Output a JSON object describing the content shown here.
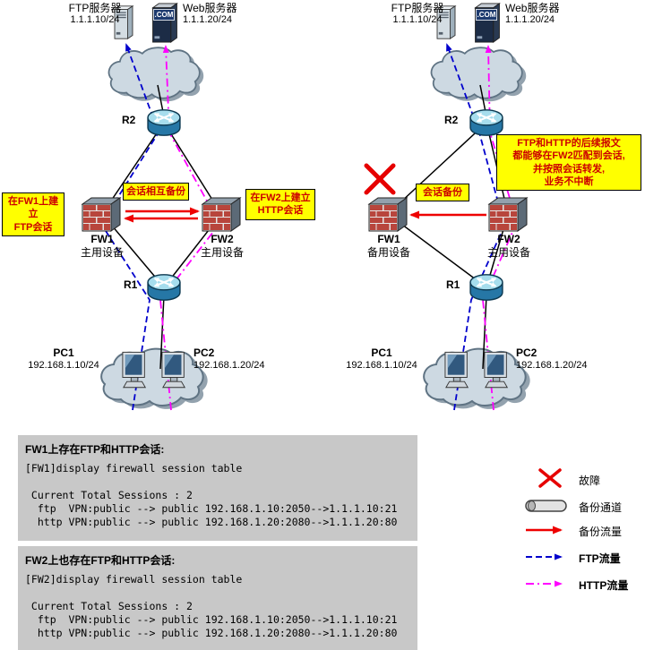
{
  "panels": {
    "left": {
      "ftp_server": {
        "label": "FTP服务器",
        "ip": "1.1.1.10/24"
      },
      "web_server": {
        "label": "Web服务器",
        "ip": "1.1.1.20/24",
        "badge": ".COM"
      },
      "r2": "R2",
      "r1": "R1",
      "fw1": {
        "name": "FW1",
        "role": "主用设备"
      },
      "fw2": {
        "name": "FW2",
        "role": "主用设备"
      },
      "pc1": {
        "name": "PC1",
        "ip": "192.168.1.10/24"
      },
      "pc2": {
        "name": "PC2",
        "ip": "192.168.1.20/24"
      },
      "callout_fw1": "在FW1上建立\nFTP会话",
      "callout_center": "会话相互备份",
      "callout_fw2": "在FW2上建立\nHTTP会话"
    },
    "right": {
      "ftp_server": {
        "label": "FTP服务器",
        "ip": "1.1.1.10/24"
      },
      "web_server": {
        "label": "Web服务器",
        "ip": "1.1.1.20/24",
        "badge": ".COM"
      },
      "r2": "R2",
      "r1": "R1",
      "fw1": {
        "name": "FW1",
        "role": "备用设备"
      },
      "fw2": {
        "name": "FW2",
        "role": "主用设备"
      },
      "pc1": {
        "name": "PC1",
        "ip": "192.168.1.10/24"
      },
      "pc2": {
        "name": "PC2",
        "ip": "192.168.1.20/24"
      },
      "callout_center": "会话备份",
      "note": "FTP和HTTP的后续报文\n都能够在FW2匹配到会话,\n并按照会话转发,\n业务不中断"
    }
  },
  "consoles": [
    {
      "title": "FW1上存在FTP和HTTP会话:",
      "lines": [
        "[FW1]display firewall session table",
        "",
        " Current Total Sessions : 2",
        "  ftp  VPN:public --> public 192.168.1.10:2050-->1.1.1.10:21",
        "  http VPN:public --> public 192.168.1.20:2080-->1.1.1.20:80"
      ]
    },
    {
      "title": "FW2上也存在FTP和HTTP会话:",
      "lines": [
        "[FW2]display firewall session table",
        "",
        " Current Total Sessions : 2",
        "  ftp  VPN:public --> public 192.168.1.10:2050-->1.1.1.10:21",
        "  http VPN:public --> public 192.168.1.20:2080-->1.1.1.20:80"
      ]
    }
  ],
  "legend": {
    "fault": "故障",
    "backup_channel": "备份通道",
    "backup_traffic": "备份流量",
    "ftp_traffic": "FTP流量",
    "http_traffic": "HTTP流量"
  },
  "colors": {
    "ftp_traffic": "#0000cc",
    "http_traffic": "#ff00ff",
    "backup_traffic": "#ee0000",
    "fault": "#e60000",
    "callout_bg": "#ffff00",
    "callout_text": "#cc0000",
    "console_bg": "#c8c8c8"
  }
}
